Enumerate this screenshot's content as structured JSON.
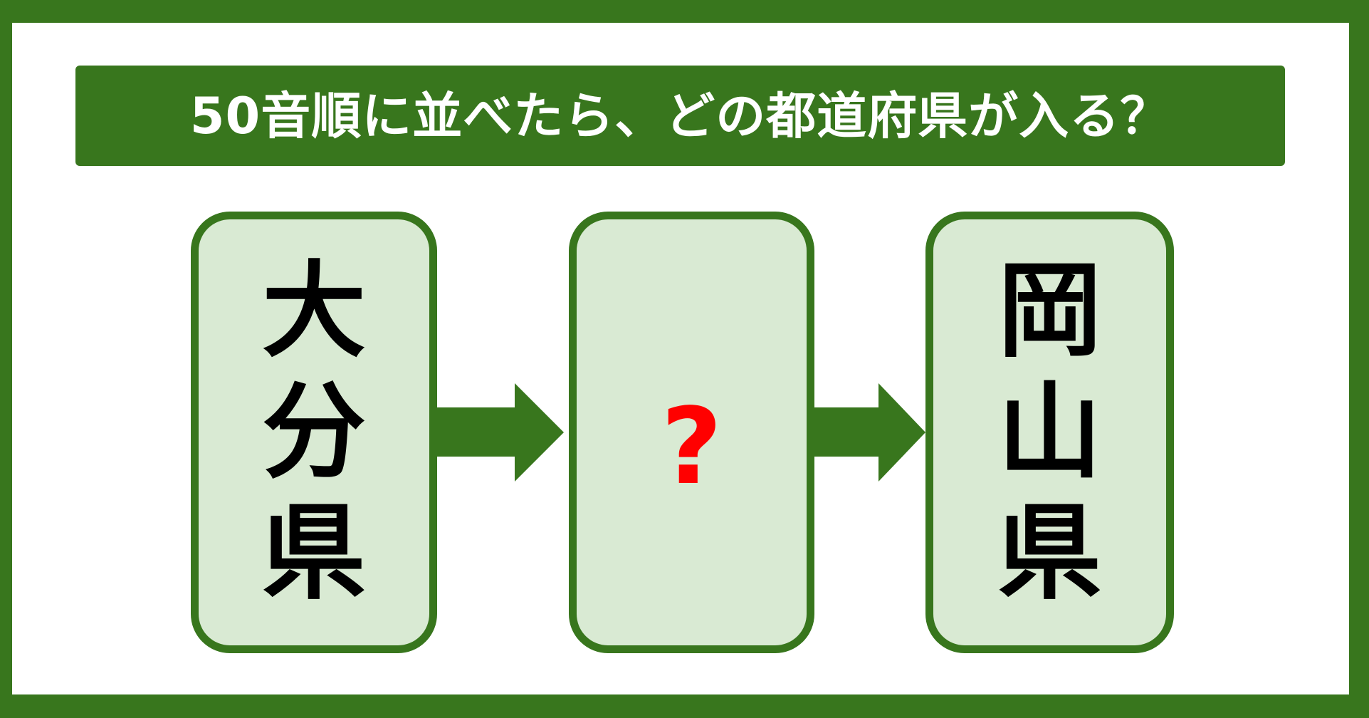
{
  "title": "50音順に並べたら、どの都道府県が入る？",
  "colors": {
    "frame": "#38761d",
    "banner": "#38761d",
    "card_fill": "#d9ead3",
    "card_border": "#38761d",
    "arrow": "#38761d",
    "question_mark": "#ff0000",
    "text": "#000000",
    "title_text": "#ffffff"
  },
  "cards": [
    {
      "label": "大分県",
      "chars": [
        "大",
        "分",
        "県"
      ]
    },
    {
      "label": "?",
      "chars": [
        "?"
      ],
      "is_unknown": true
    },
    {
      "label": "岡山県",
      "chars": [
        "岡",
        "山",
        "県"
      ]
    }
  ],
  "arrows": [
    {
      "from": "大分県",
      "to": "?",
      "icon": "arrow-right-icon"
    },
    {
      "from": "?",
      "to": "岡山県",
      "icon": "arrow-right-icon"
    }
  ]
}
